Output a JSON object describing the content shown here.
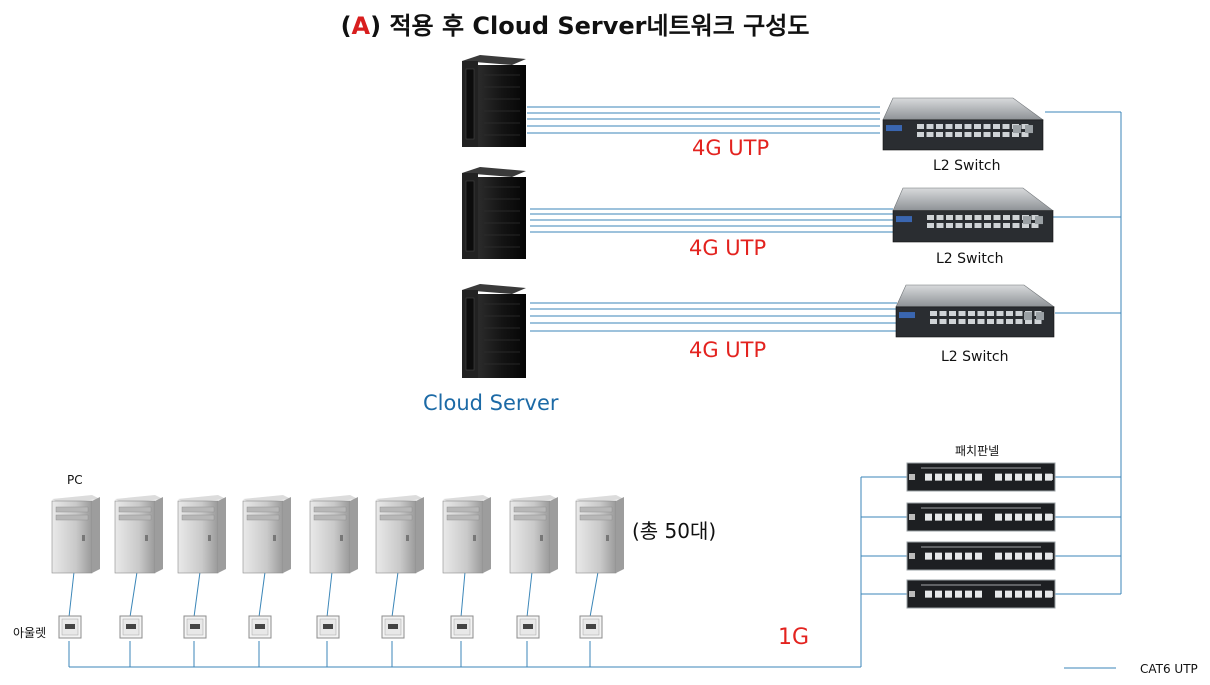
{
  "title": {
    "open": "(",
    "accent": "A",
    "rest": ") 적용 후 Cloud Server네트워크 구성도"
  },
  "colors": {
    "accent": "#d81e1e",
    "cable": "#3b86b8",
    "cloud_label": "#1c6aa6",
    "utp_label": "#e3231f"
  },
  "server_rows": [
    {
      "uplink_label": "4G UTP",
      "switch_label": "L2 Switch"
    },
    {
      "uplink_label": "4G UTP",
      "switch_label": "L2 Switch"
    },
    {
      "uplink_label": "4G UTP",
      "switch_label": "L2 Switch"
    }
  ],
  "cloud_server_label": "Cloud Server",
  "patch_panel_label": "패치판넬",
  "patch_panels": 4,
  "pc_label": "PC",
  "pc_count_label": "(총 50대)",
  "pcs_shown": 9,
  "outlet_label": "아울렛",
  "access_link_label": "1G",
  "legend": {
    "line_label": "CAT6 UTP"
  },
  "icons": [
    "server-rack-icon",
    "network-switch-icon",
    "patch-panel-icon",
    "pc-tower-icon",
    "wall-outlet-icon"
  ]
}
